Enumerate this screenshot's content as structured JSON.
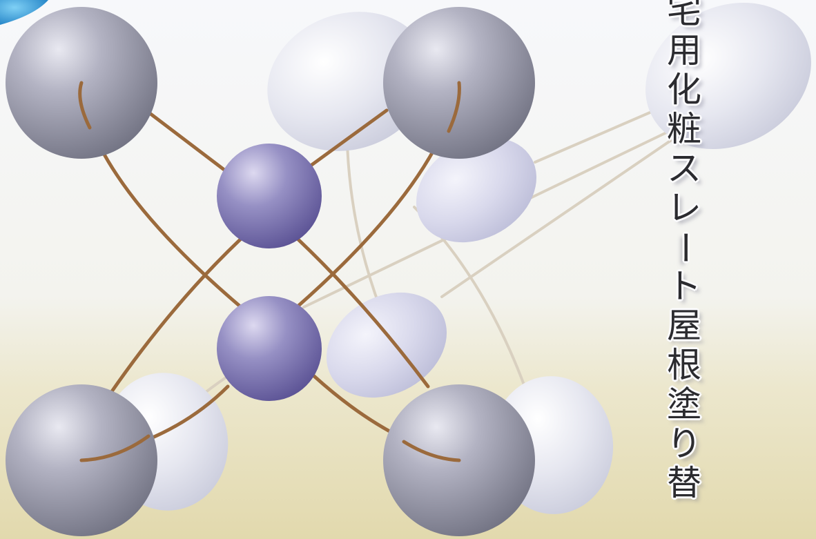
{
  "vertical_title": [
    "宅",
    "用",
    "化",
    "粧",
    "ス",
    "レ",
    "ー",
    "ト",
    "屋",
    "根",
    "塗",
    "り",
    "替"
  ],
  "colors": {
    "background_top": "#f7f8fb",
    "background_bottom": "#e4dcb0",
    "atom_large": "#8c8c9e",
    "atom_small": "#7a72ad",
    "atom_ghost": "#d9dbea",
    "bond_front": "#9c6a3a",
    "bond_back": "#d8cfbf",
    "corner_accent": "#2a8fd0"
  }
}
